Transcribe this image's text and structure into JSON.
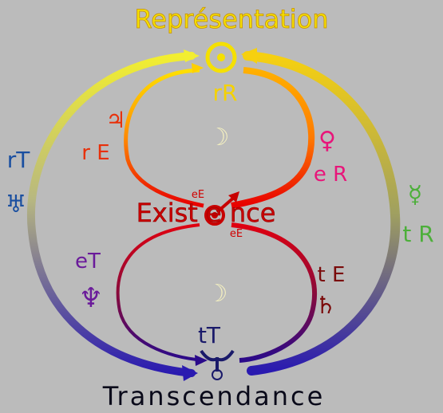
{
  "title_top": "Représentation",
  "title_bottom": "Transcendance",
  "center_label": "Exist e nce",
  "labels": {
    "rR": "rR",
    "rE": "r E",
    "eR": "e R",
    "rT": "rT",
    "tR": "t R",
    "eT": "eT",
    "tE": "t E",
    "tT": "tT",
    "eE_top": "eE",
    "eE_bottom": "eE"
  },
  "glyphs": {
    "sun": "☉",
    "jupiter": "♃",
    "venus": "♀",
    "uranus": "♅",
    "mercury": "☿",
    "neptune": "♆",
    "saturn": "♄",
    "mars": "♂",
    "moon_top": "☽",
    "moon_bottom": "☽"
  },
  "colors": {
    "background": "#bbbbbb",
    "representation": "#f5e000",
    "transcendance": "#1a0a6a",
    "existence": "#c80000",
    "rE": "#e8300a",
    "eR": "#e8157a",
    "rT": "#1a4fa0",
    "tR": "#4caf3a",
    "eT": "#6a1a9a",
    "tE": "#7a0a0a",
    "tT": "#1a1a6a"
  }
}
